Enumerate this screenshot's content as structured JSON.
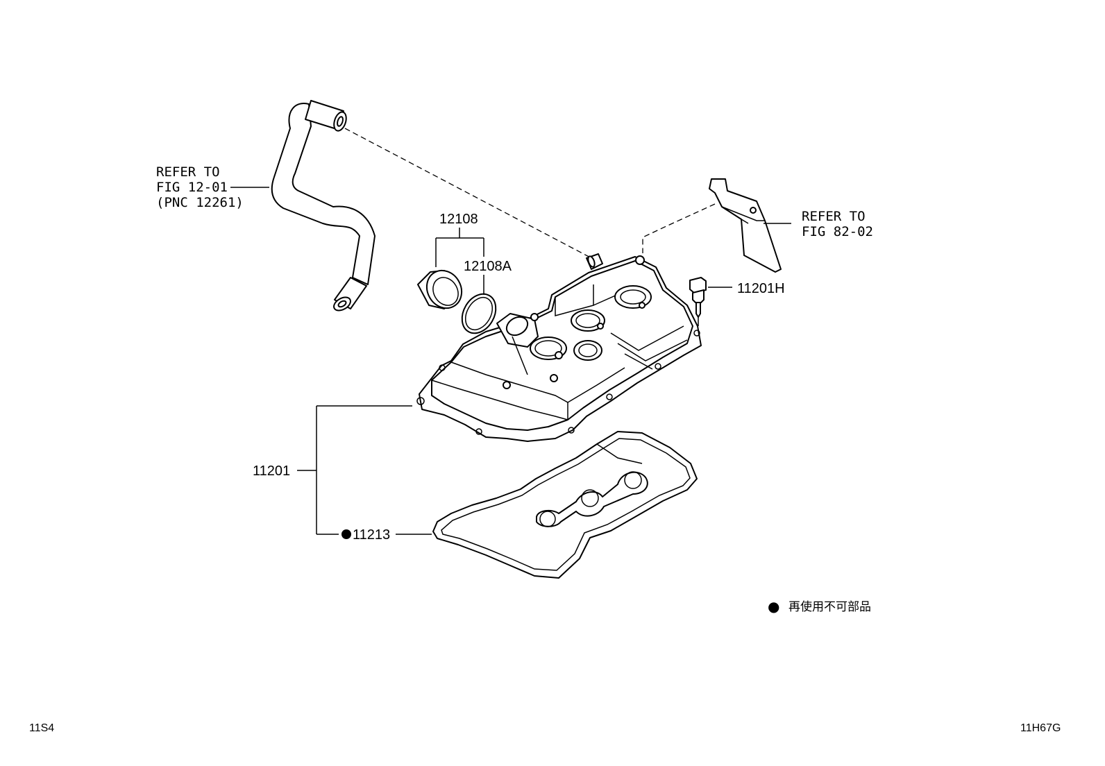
{
  "callouts": {
    "refer_hose": [
      "REFER TO",
      "FIG 12-01",
      "(PNC 12261)"
    ],
    "refer_bracket": [
      "REFER TO",
      "FIG 82-02"
    ],
    "p12108": "12108",
    "p12108a": "12108A",
    "p11201h": "11201H",
    "p11201": "11201",
    "p11213": "11213"
  },
  "legend": {
    "marker": "●",
    "text": "再使用不可部品"
  },
  "footer": {
    "left": "11S4",
    "right": "11H67G"
  }
}
